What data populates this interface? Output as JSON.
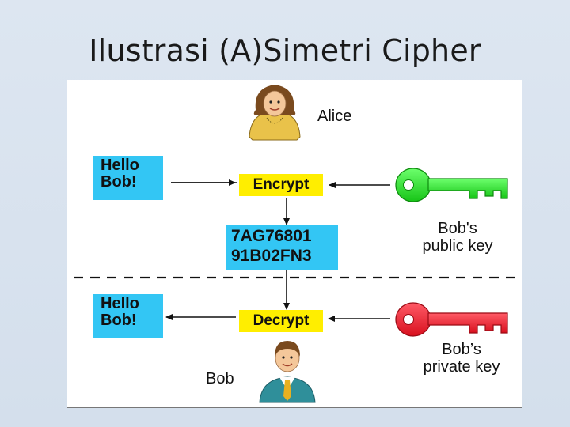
{
  "title": "Ilustrasi (A)Simetri Cipher",
  "diagram": {
    "alice_label": "Alice",
    "bob_label": "Bob",
    "plaintext_top": [
      "Hello",
      "Bob!"
    ],
    "plaintext_bottom": [
      "Hello",
      "Bob!"
    ],
    "encrypt_label": "Encrypt",
    "decrypt_label": "Decrypt",
    "ciphertext": [
      "7AG76801",
      "91B02FN3"
    ],
    "public_key_label": [
      "Bob's",
      "public key"
    ],
    "private_key_label": [
      "Bob’s",
      "private key"
    ],
    "colors": {
      "message_box": "#33c6f4",
      "operation_box": "#ffee00",
      "public_key": "#2ee82e",
      "private_key": "#f0203a"
    }
  }
}
